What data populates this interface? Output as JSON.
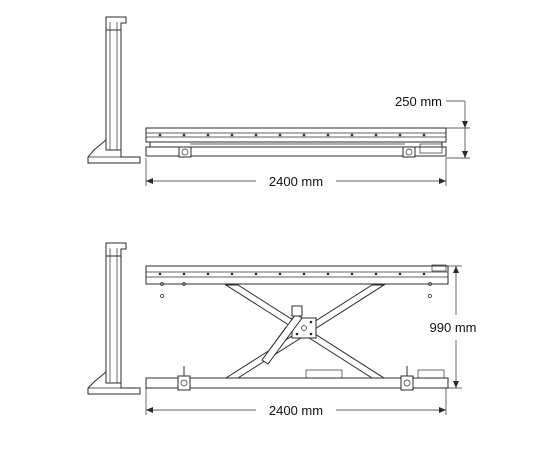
{
  "top_view": {
    "height_label": "250 mm",
    "length_label": "2400 mm"
  },
  "bottom_view": {
    "height_label": "990 mm",
    "length_label": "2400 mm"
  }
}
